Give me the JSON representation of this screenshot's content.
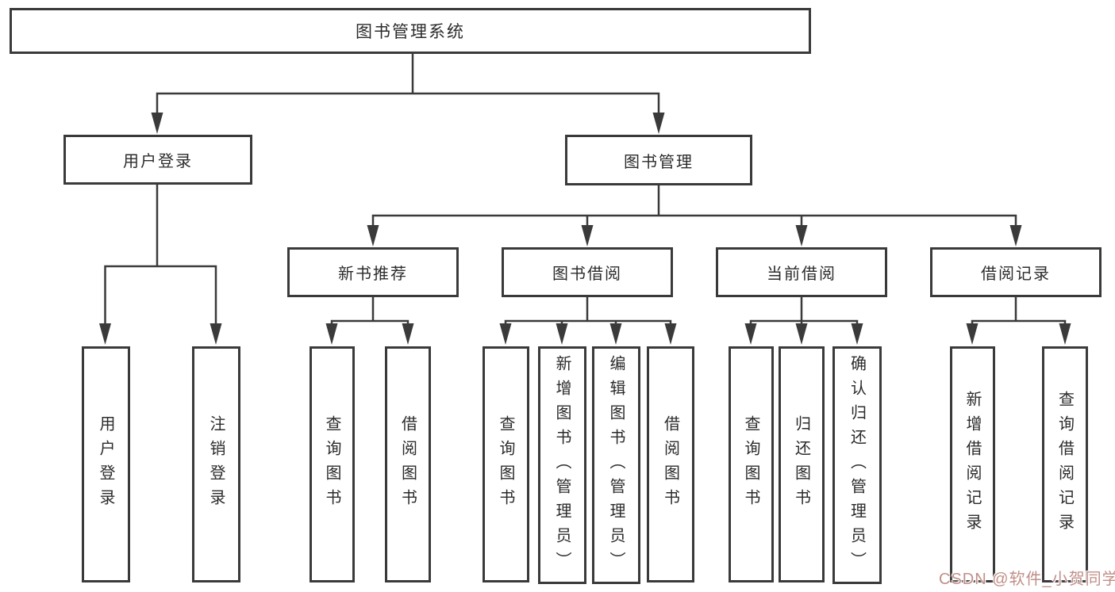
{
  "diagram": {
    "type": "hierarchy-tree",
    "colors": {
      "line": "#3a3a3a",
      "box_border": "#3a3a3a",
      "text": "#2b2b2b",
      "background": "#ffffff",
      "watermark": "#c18f88"
    },
    "root": {
      "label": "图书管理系统"
    },
    "level2": [
      {
        "id": "user-login",
        "label": "用户登录"
      },
      {
        "id": "book-management",
        "label": "图书管理"
      }
    ],
    "level3": [
      {
        "id": "new-book-recommendation",
        "label": "新书推荐",
        "parent": "book-management"
      },
      {
        "id": "book-borrowing",
        "label": "图书借阅",
        "parent": "book-management"
      },
      {
        "id": "current-borrowing",
        "label": "当前借阅",
        "parent": "book-management"
      },
      {
        "id": "borrowing-records",
        "label": "借阅记录",
        "parent": "book-management"
      }
    ],
    "leaves": [
      {
        "id": "leaf-user-login",
        "label": "用户登录",
        "parent": "user-login"
      },
      {
        "id": "leaf-logout",
        "label": "注销登录",
        "parent": "user-login"
      },
      {
        "id": "leaf-query-book-recommend",
        "label": "查询图书",
        "parent": "new-book-recommendation"
      },
      {
        "id": "leaf-borrow-book-recommend",
        "label": "借阅图书",
        "parent": "new-book-recommendation"
      },
      {
        "id": "leaf-query-book-borrow",
        "label": "查询图书",
        "parent": "book-borrowing"
      },
      {
        "id": "leaf-add-book-admin",
        "label": "新增图书（管理员）",
        "parent": "book-borrowing"
      },
      {
        "id": "leaf-edit-book-admin",
        "label": "编辑图书（管理员）",
        "parent": "book-borrowing"
      },
      {
        "id": "leaf-borrow-book",
        "label": "借阅图书",
        "parent": "book-borrowing"
      },
      {
        "id": "leaf-query-book-current",
        "label": "查询图书",
        "parent": "current-borrowing"
      },
      {
        "id": "leaf-return-book",
        "label": "归还图书",
        "parent": "current-borrowing"
      },
      {
        "id": "leaf-confirm-return-admin",
        "label": "确认归还（管理员）",
        "parent": "current-borrowing"
      },
      {
        "id": "leaf-add-borrow-record",
        "label": "新增借阅记录",
        "parent": "borrowing-records"
      },
      {
        "id": "leaf-query-borrow-record",
        "label": "查询借阅记录",
        "parent": "borrowing-records"
      }
    ]
  },
  "watermark": {
    "text": "CSDN @软件_小贺同学"
  }
}
